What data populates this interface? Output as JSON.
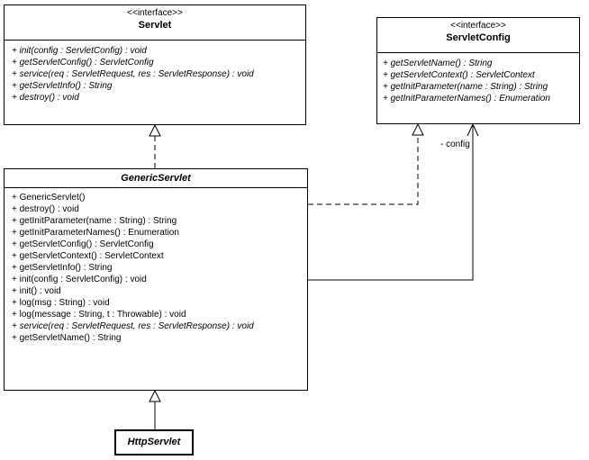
{
  "classes": {
    "servlet": {
      "stereotype": "<<interface>>",
      "name": "Servlet",
      "operations": [
        "+ init(config : ServletConfig) : void",
        "+ getServletConfig() : ServletConfig",
        "+ service(req : ServletRequest, res : ServletResponse) : void",
        "+ getServletInfo() : String",
        "+ destroy() : void"
      ]
    },
    "servlet_config": {
      "stereotype": "<<interface>>",
      "name": "ServletConfig",
      "operations": [
        "+ getServletName() : String",
        "+ getServletContext() : ServletContext",
        "+ getInitParameter(name : String) : String",
        "+ getInitParameterNames() : Enumeration"
      ]
    },
    "generic_servlet": {
      "name": "GenericServlet",
      "operations": [
        "+ GenericServlet()",
        "+ destroy() : void",
        "+ getInitParameter(name : String) : String",
        "+ getInitParameterNames() : Enumeration",
        "+ getServletConfig() : ServletConfig",
        "+ getServletContext() : ServletContext",
        "+ getServletInfo() : String",
        "+ init(config : ServletConfig) : void",
        "+ init() : void",
        "+ log(msg : String) : void",
        "+ log(message : String, t : Throwable) : void",
        "+ service(req : ServletRequest, res : ServletResponse) : void",
        "+ getServletName() : String"
      ]
    },
    "http_servlet": {
      "name": "HttpServlet"
    }
  },
  "association_label": "- config"
}
